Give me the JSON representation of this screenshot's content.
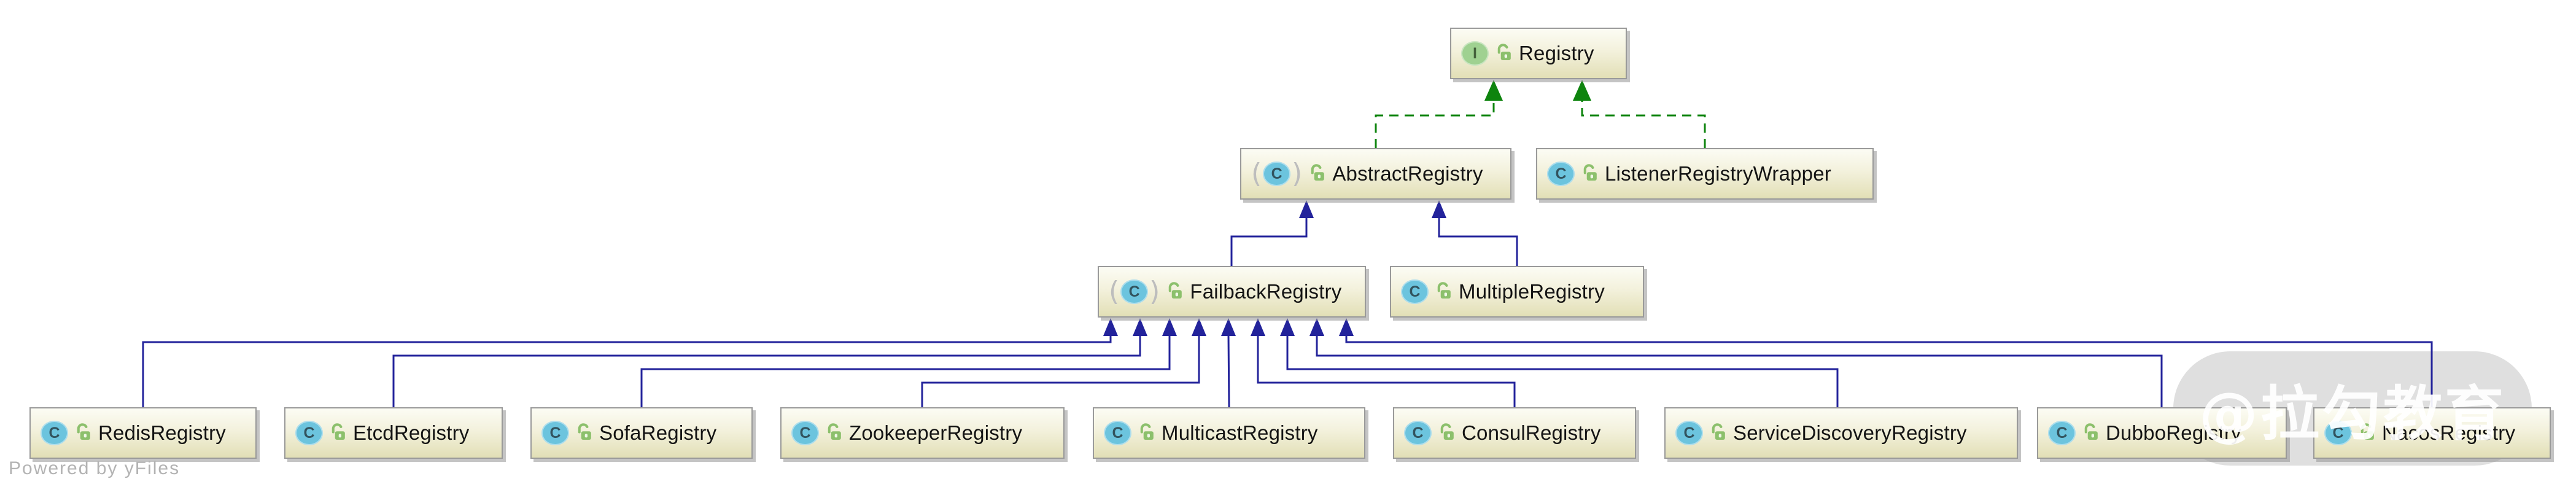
{
  "diagram": {
    "watermark_text": "@拉勾教育",
    "credit_text": "Powered by yFiles",
    "colors": {
      "extends_edge": "#23239b",
      "implements_edge": "#0e840e",
      "node_fill_top": "#fcfcf4",
      "node_fill_bottom": "#e2dfb6",
      "node_border": "#9a9a9a",
      "interface_icon_fill": "#9fd191",
      "class_icon_fill": "#6cc4de",
      "lock_icon_fill": "#8cc06c",
      "watermark_blob": "#aaaaaa",
      "watermark_text_color": "#ffffff"
    },
    "nodes": [
      {
        "id": "registry",
        "label": "Registry",
        "kind": "interface",
        "icon_letter": "I"
      },
      {
        "id": "abstract",
        "label": "AbstractRegistry",
        "kind": "abstract-class",
        "icon_letter": "C"
      },
      {
        "id": "listener",
        "label": "ListenerRegistryWrapper",
        "kind": "class",
        "icon_letter": "C"
      },
      {
        "id": "failback",
        "label": "FailbackRegistry",
        "kind": "abstract-class",
        "icon_letter": "C"
      },
      {
        "id": "multiple",
        "label": "MultipleRegistry",
        "kind": "class",
        "icon_letter": "C"
      },
      {
        "id": "redis",
        "label": "RedisRegistry",
        "kind": "class",
        "icon_letter": "C"
      },
      {
        "id": "etcd",
        "label": "EtcdRegistry",
        "kind": "class",
        "icon_letter": "C"
      },
      {
        "id": "sofa",
        "label": "SofaRegistry",
        "kind": "class",
        "icon_letter": "C"
      },
      {
        "id": "zookeeper",
        "label": "ZookeeperRegistry",
        "kind": "class",
        "icon_letter": "C"
      },
      {
        "id": "multicast",
        "label": "MulticastRegistry",
        "kind": "class",
        "icon_letter": "C"
      },
      {
        "id": "consul",
        "label": "ConsulRegistry",
        "kind": "class",
        "icon_letter": "C"
      },
      {
        "id": "servicediscovery",
        "label": "ServiceDiscoveryRegistry",
        "kind": "class",
        "icon_letter": "C"
      },
      {
        "id": "dubbo",
        "label": "DubboRegistry",
        "kind": "class",
        "icon_letter": "C"
      },
      {
        "id": "nacos",
        "label": "NacosRegistry",
        "kind": "class",
        "icon_letter": "C"
      }
    ],
    "edges": [
      {
        "from": "abstract",
        "to": "registry",
        "type": "implements"
      },
      {
        "from": "listener",
        "to": "registry",
        "type": "implements"
      },
      {
        "from": "failback",
        "to": "abstract",
        "type": "extends"
      },
      {
        "from": "multiple",
        "to": "abstract",
        "type": "extends"
      },
      {
        "from": "redis",
        "to": "failback",
        "type": "extends"
      },
      {
        "from": "etcd",
        "to": "failback",
        "type": "extends"
      },
      {
        "from": "sofa",
        "to": "failback",
        "type": "extends"
      },
      {
        "from": "zookeeper",
        "to": "failback",
        "type": "extends"
      },
      {
        "from": "multicast",
        "to": "failback",
        "type": "extends"
      },
      {
        "from": "consul",
        "to": "failback",
        "type": "extends"
      },
      {
        "from": "servicediscovery",
        "to": "failback",
        "type": "extends"
      },
      {
        "from": "dubbo",
        "to": "failback",
        "type": "extends"
      },
      {
        "from": "nacos",
        "to": "failback",
        "type": "extends"
      }
    ]
  }
}
